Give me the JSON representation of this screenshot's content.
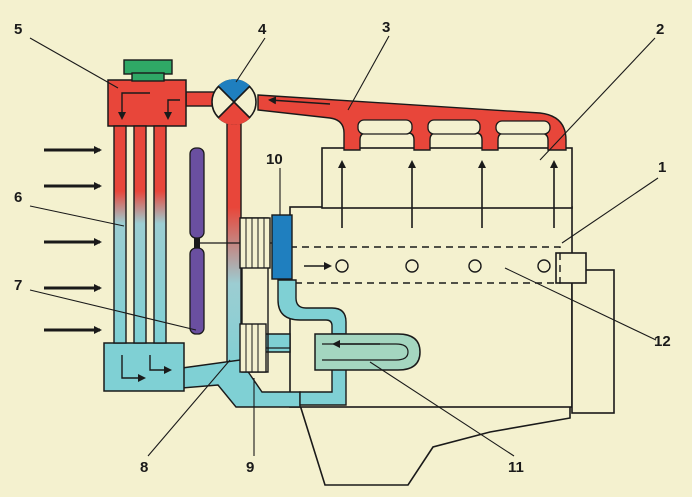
{
  "labels": {
    "l1": "1",
    "l2": "2",
    "l3": "3",
    "l4": "4",
    "l5": "5",
    "l6": "6",
    "l7": "7",
    "l8": "8",
    "l9": "9",
    "l10": "10",
    "l11": "11",
    "l12": "12"
  },
  "colors": {
    "hot": "#e8463a",
    "cold": "#7fd0d4",
    "background": "#f4f1cf",
    "cap": "#2fa866",
    "fan": "#6a4fa0",
    "pump": "#1f7fbf"
  }
}
